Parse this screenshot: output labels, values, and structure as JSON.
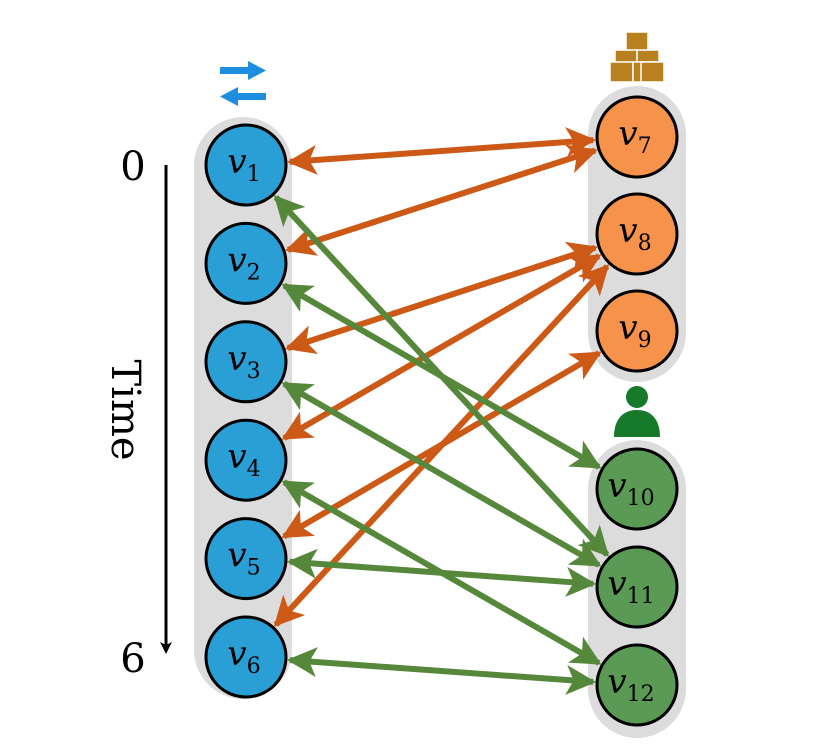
{
  "time_axis": {
    "label": "Time",
    "start": "0",
    "end": "6"
  },
  "colors": {
    "left_node": "#2a9fd6",
    "orange_node": "#f6924a",
    "green_node": "#5a9a55",
    "orange_edge": "#cc5a16",
    "green_edge": "#56883b",
    "group_bg": "#dcdcdc",
    "swap_icon": "#1e8fe0",
    "boxes_icon": "#b8801e",
    "user_icon": "#177a2a"
  },
  "icons": {
    "left_group": "swap-arrows-icon",
    "orange_group": "stacked-boxes-icon",
    "green_group": "user-icon"
  },
  "nodes": [
    {
      "id": "v1",
      "base": "v",
      "sub": "1",
      "group": "left"
    },
    {
      "id": "v2",
      "base": "v",
      "sub": "2",
      "group": "left"
    },
    {
      "id": "v3",
      "base": "v",
      "sub": "3",
      "group": "left"
    },
    {
      "id": "v4",
      "base": "v",
      "sub": "4",
      "group": "left"
    },
    {
      "id": "v5",
      "base": "v",
      "sub": "5",
      "group": "left"
    },
    {
      "id": "v6",
      "base": "v",
      "sub": "6",
      "group": "left"
    },
    {
      "id": "v7",
      "base": "v",
      "sub": "7",
      "group": "orange"
    },
    {
      "id": "v8",
      "base": "v",
      "sub": "8",
      "group": "orange"
    },
    {
      "id": "v9",
      "base": "v",
      "sub": "9",
      "group": "orange"
    },
    {
      "id": "v10",
      "base": "v",
      "sub": "10",
      "group": "green"
    },
    {
      "id": "v11",
      "base": "v",
      "sub": "11",
      "group": "green"
    },
    {
      "id": "v12",
      "base": "v",
      "sub": "12",
      "group": "green"
    }
  ],
  "edges": [
    {
      "from": "v1",
      "to": "v7",
      "color": "orange",
      "bidirectional": true
    },
    {
      "from": "v2",
      "to": "v7",
      "color": "orange",
      "bidirectional": true
    },
    {
      "from": "v3",
      "to": "v8",
      "color": "orange",
      "bidirectional": true
    },
    {
      "from": "v4",
      "to": "v8",
      "color": "orange",
      "bidirectional": true
    },
    {
      "from": "v5",
      "to": "v9",
      "color": "orange",
      "bidirectional": true
    },
    {
      "from": "v6",
      "to": "v8",
      "color": "orange",
      "bidirectional": true
    },
    {
      "from": "v1",
      "to": "v11",
      "color": "green",
      "bidirectional": true
    },
    {
      "from": "v2",
      "to": "v10",
      "color": "green",
      "bidirectional": true
    },
    {
      "from": "v3",
      "to": "v11",
      "color": "green",
      "bidirectional": true
    },
    {
      "from": "v4",
      "to": "v12",
      "color": "green",
      "bidirectional": true
    },
    {
      "from": "v5",
      "to": "v11",
      "color": "green",
      "bidirectional": true
    },
    {
      "from": "v6",
      "to": "v12",
      "color": "green",
      "bidirectional": true
    }
  ]
}
